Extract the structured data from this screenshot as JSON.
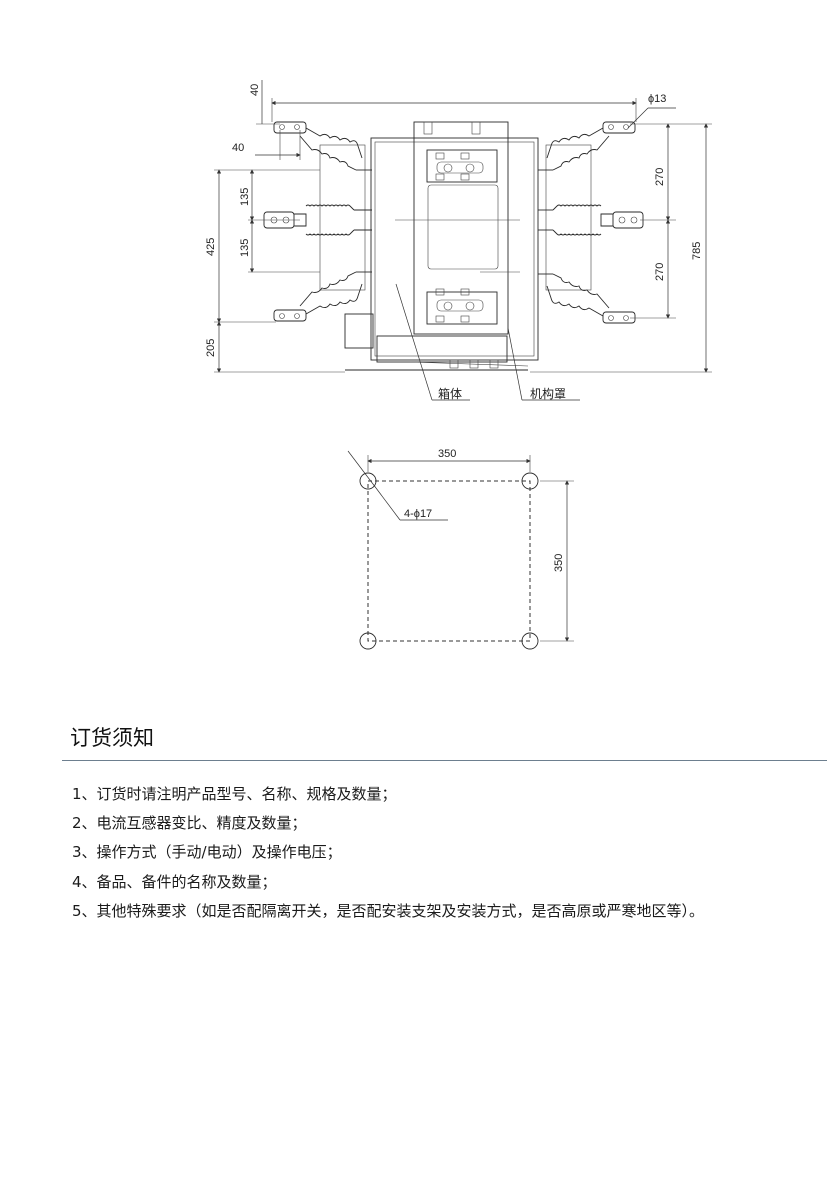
{
  "drawing": {
    "dim_top_span": "40",
    "dim_terminal_offset": "40",
    "dim_bolt_dia": "ϕ13",
    "dim_upper_phase": "135",
    "dim_lower_phase": "135",
    "dim_total_left": "425",
    "dim_base": "205",
    "dim_right_upper": "270",
    "dim_right_lower": "270",
    "dim_overall_height": "785",
    "label_box": "箱体",
    "label_mechanism": "机构罩",
    "mount_width": "350",
    "mount_height": "350",
    "mount_holes": "4-ϕ17"
  },
  "section": {
    "title": "订货须知",
    "items": [
      "1、订货时请注明产品型号、名称、规格及数量；",
      "2、电流互感器变比、精度及数量；",
      "3、操作方式（手动/电动）及操作电压；",
      "4、备品、备件的名称及数量；",
      "5、其他特殊要求（如是否配隔离开关，是否配安装支架及安装方式，是否高原或严寒地区等）。"
    ]
  }
}
